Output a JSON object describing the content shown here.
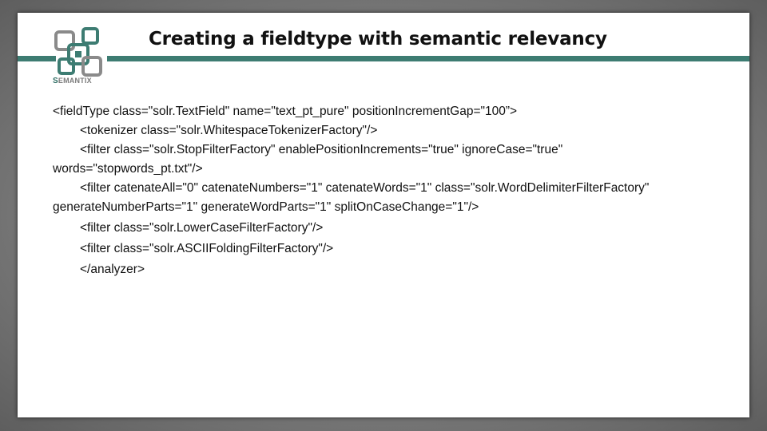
{
  "slide": {
    "title": "Creating a fieldtype with semantic relevancy",
    "logo": {
      "name": "SEMANTIX",
      "initial": "S",
      "rest": "EMANTIX",
      "accent_color": "#3d7c72"
    },
    "code_lines": [
      "<fieldType class=\"solr.TextField\" name=\"text_pt_pure\" positionIncrementGap=\"100”>",
      "<tokenizer class=\"solr.WhitespaceTokenizerFactory\"/>",
      "<filter class=\"solr.StopFilterFactory\" enablePositionIncrements=\"true\" ignoreCase=\"true\" words=\"stopwords_pt.txt\"/>",
      "<filter catenateAll=\"0\" catenateNumbers=\"1\" catenateWords=\"1\" class=\"solr.WordDelimiterFilterFactory\" generateNumberParts=\"1\" generateWordParts=\"1\" splitOnCaseChange=\"1\"/>",
      "<filter class=\"solr.LowerCaseFilterFactory\"/>",
      "<filter class=\"solr.ASCIIFoldingFilterFactory\"/>",
      "</analyzer>"
    ]
  }
}
